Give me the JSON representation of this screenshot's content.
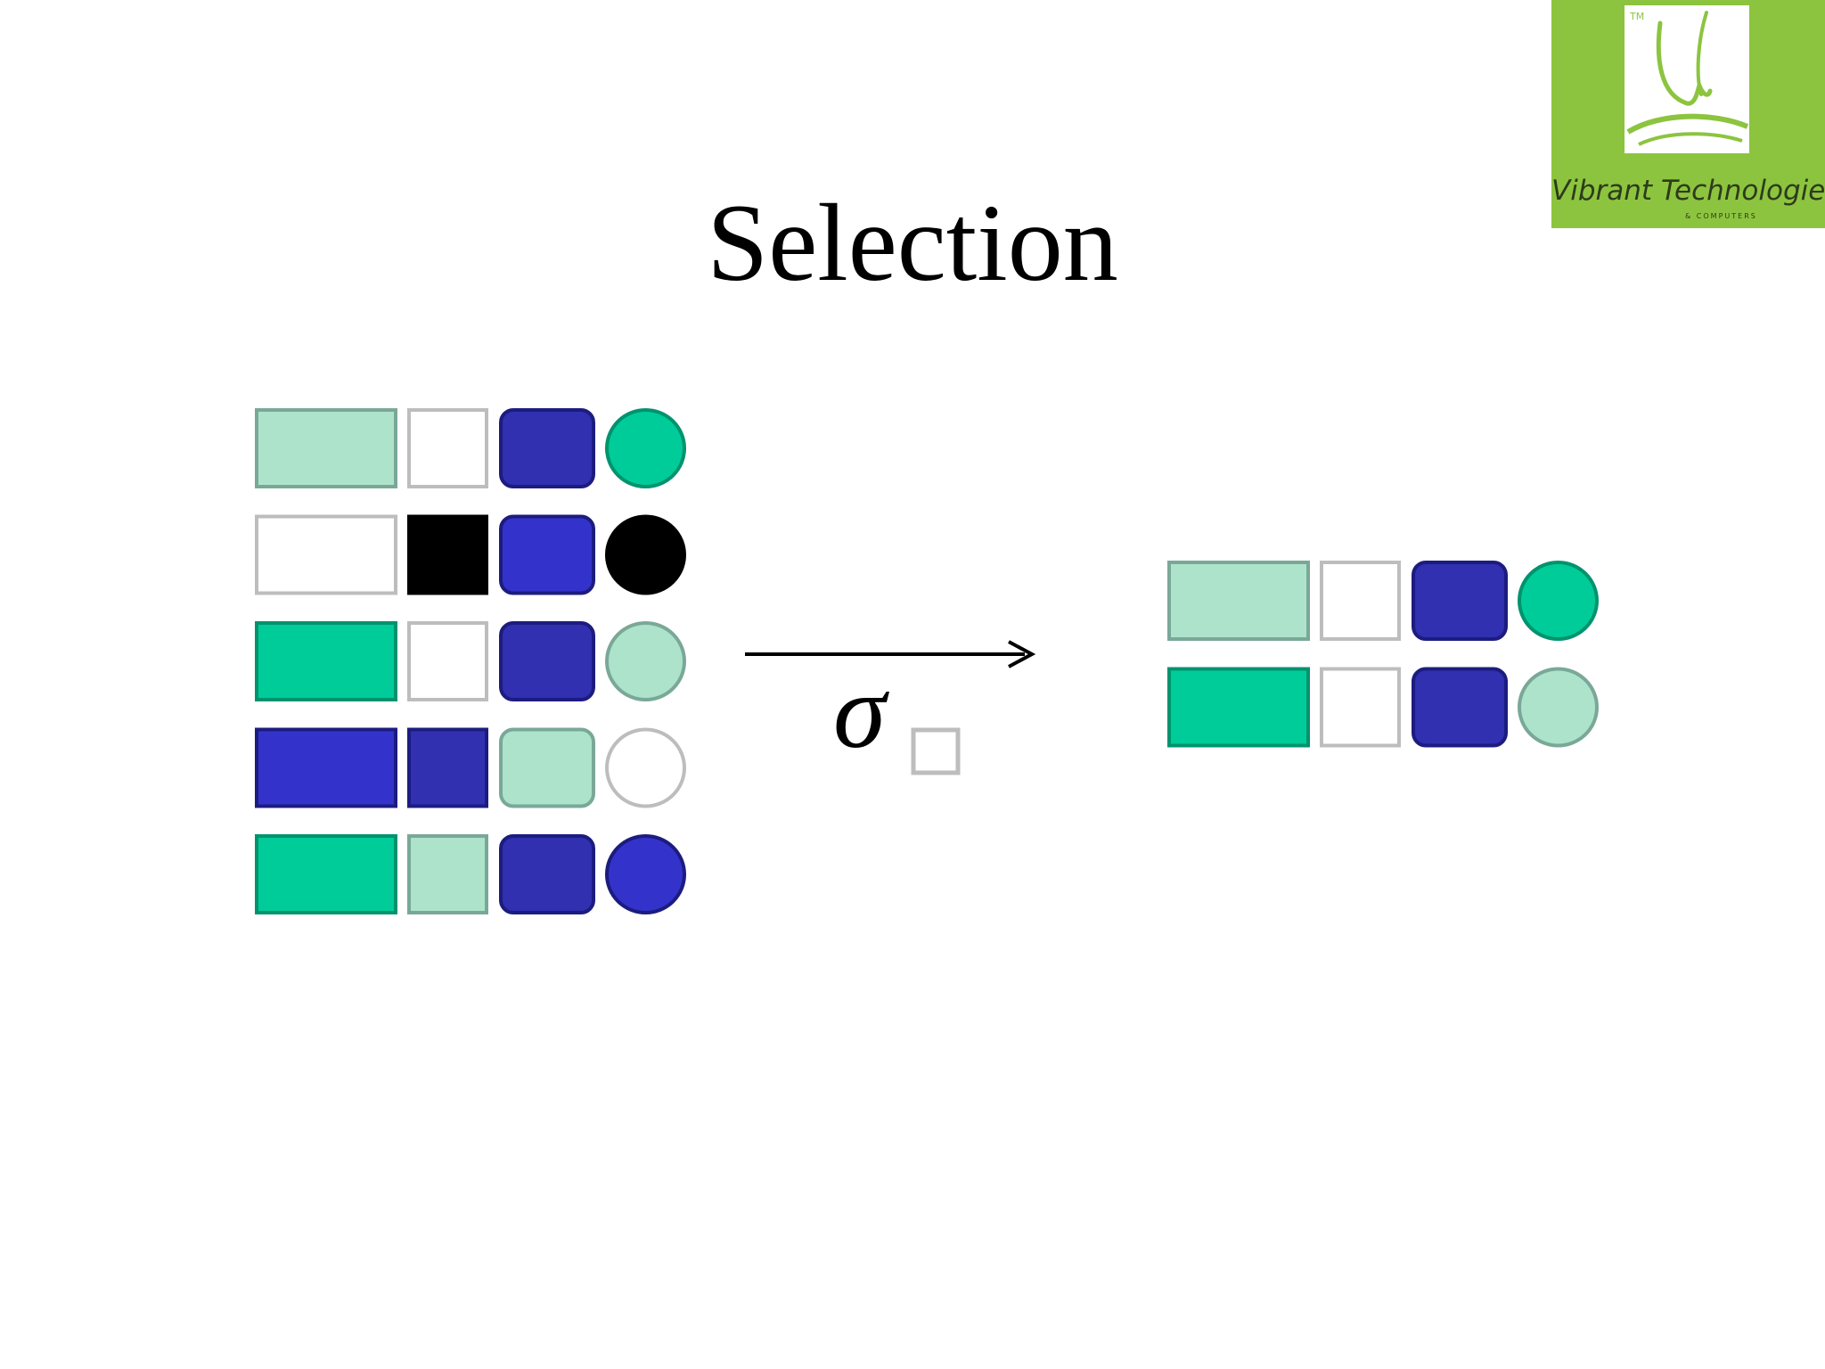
{
  "title": "Selection",
  "logo": {
    "text": "Vibrant Technologies",
    "subtext": "& COMPUTERS",
    "tm": "TM"
  },
  "operator": {
    "symbol": "σ",
    "subscript_icon": "hollow-square-icon",
    "arrow_icon": "right-arrow-icon"
  },
  "colors": {
    "light_green": "#ade3cb",
    "light_green_border": "#7aa898",
    "teal": "#00cc99",
    "teal_border": "#00936e",
    "dark_blue": "#3030b0",
    "medium_blue": "#3333cc",
    "blue_border": "#1c1c80",
    "black": "#000000",
    "white": "#ffffff",
    "grey_border": "#bdbdbd"
  },
  "input_relation": [
    [
      "light_green",
      "white",
      "dark_blue",
      "teal"
    ],
    [
      "white",
      "black",
      "medium_blue",
      "black"
    ],
    [
      "teal",
      "white",
      "dark_blue",
      "light_green"
    ],
    [
      "medium_blue",
      "dark_blue",
      "light_green",
      "white"
    ],
    [
      "teal",
      "light_green",
      "dark_blue",
      "medium_blue"
    ]
  ],
  "output_relation": [
    [
      "light_green",
      "white",
      "dark_blue",
      "teal"
    ],
    [
      "teal",
      "white",
      "dark_blue",
      "light_green"
    ]
  ]
}
